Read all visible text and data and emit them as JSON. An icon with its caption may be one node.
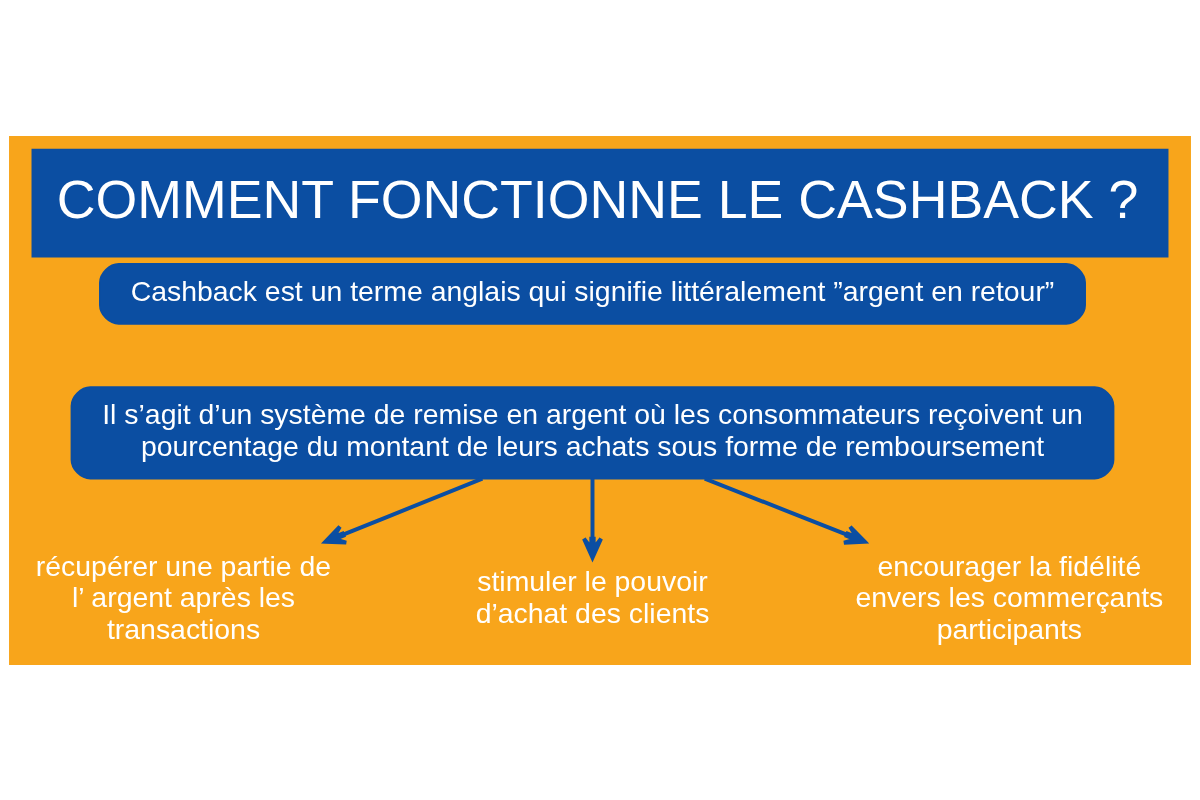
{
  "diagram": {
    "title": "COMMENT FONCTIONNE LE CASHBACK ?",
    "nodes": [
      {
        "text": [
          "Cashback est un terme anglais qui signifie littéralement ”argent en retour”"
        ]
      },
      {
        "text": [
          "Il s’agit d’un système de remise en argent où les consommateurs reçoivent un pourcentage du montant de leurs achats sous forme de remboursement"
        ]
      },
      {
        "text": [
          "récupérer une partie de l’ argent après les transactions"
        ]
      },
      {
        "text": [
          "stimuler le pouvoir d’achat des clients"
        ]
      },
      {
        "text": [
          "encourager la fidélité envers les commerçants participants"
        ]
      }
    ],
    "edges": [
      {
        "from": 1,
        "to": 2,
        "arrow": "to"
      },
      {
        "from": 1,
        "to": 3,
        "arrow": "to"
      },
      {
        "from": 1,
        "to": 4,
        "arrow": "to"
      }
    ]
  }
}
